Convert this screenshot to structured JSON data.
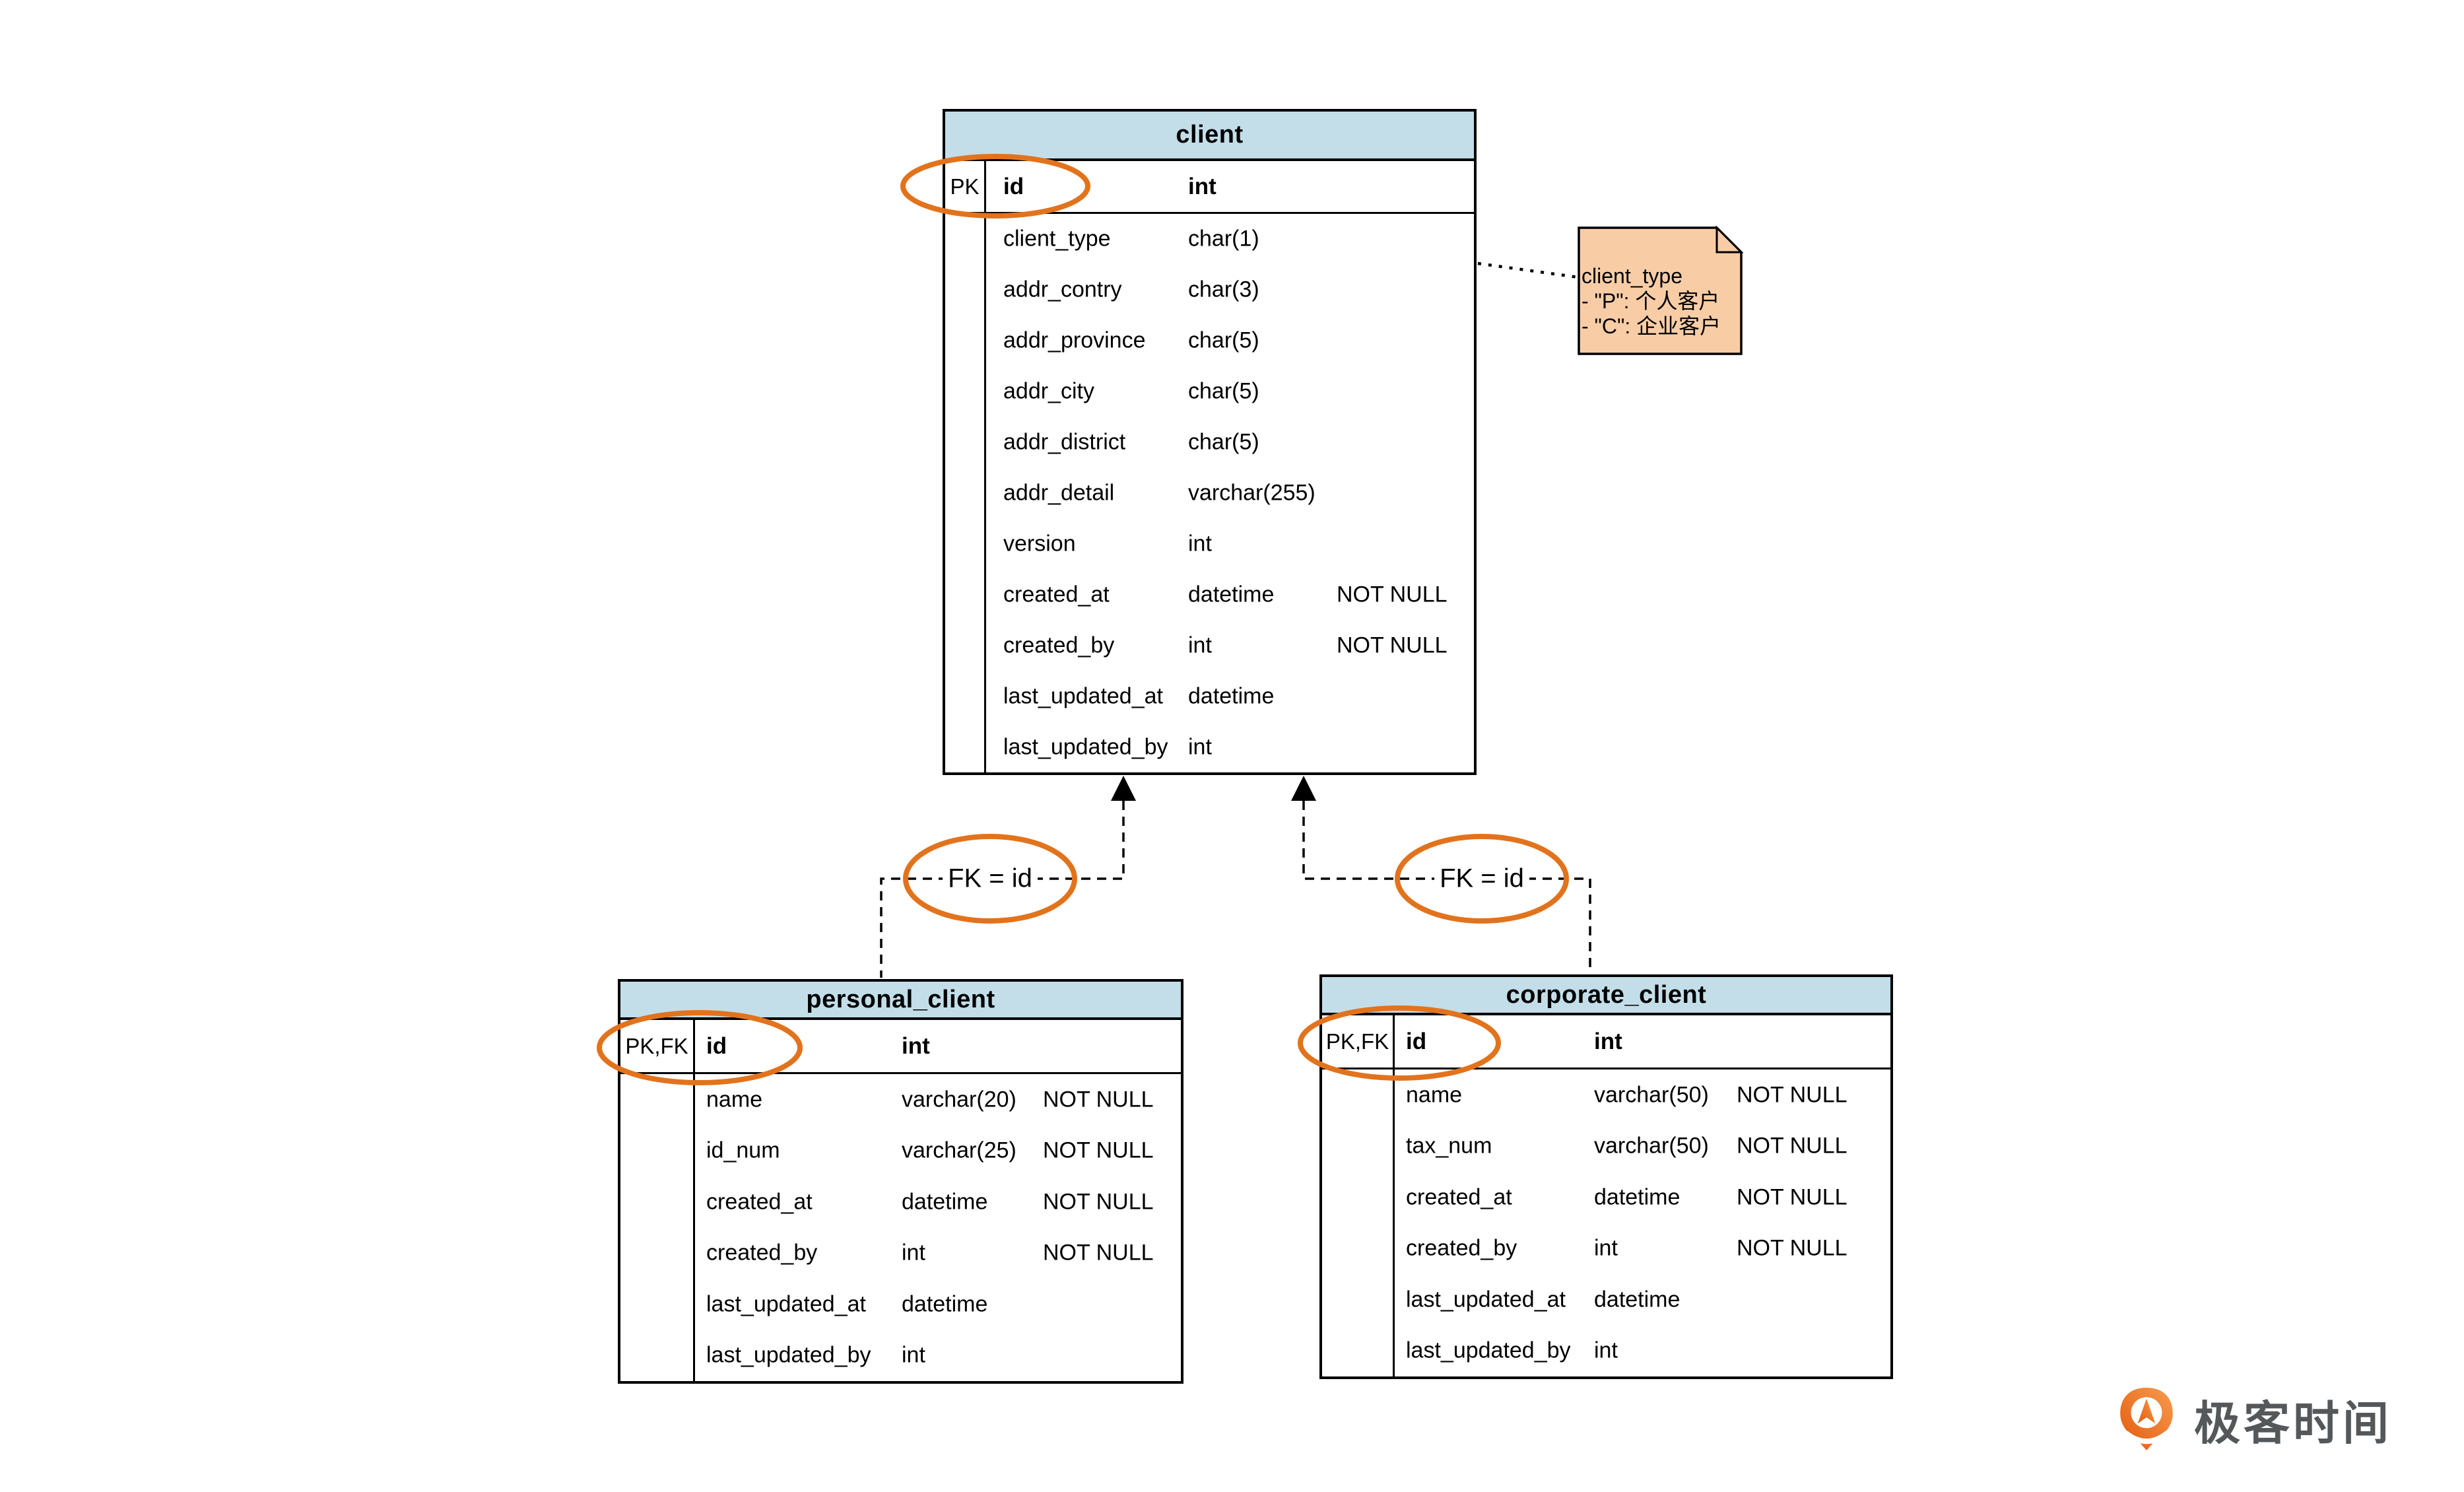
{
  "diagram": {
    "colors": {
      "table_header_blue": "#c3dee8",
      "note_fill": "#f8cda6",
      "highlight_orange": "#e2731d",
      "line_black": "#000000",
      "logo_orange": "#ee7220",
      "logo_text_gray": "#54585a"
    },
    "tables": [
      {
        "name": "client",
        "title": "client",
        "key_label": "PK",
        "key_row": {
          "name": "id",
          "type": "int"
        },
        "rows": [
          {
            "name": "client_type",
            "type": "char(1)",
            "constraint": ""
          },
          {
            "name": "addr_contry",
            "type": "char(3)",
            "constraint": ""
          },
          {
            "name": "addr_province",
            "type": "char(5)",
            "constraint": ""
          },
          {
            "name": "addr_city",
            "type": "char(5)",
            "constraint": ""
          },
          {
            "name": "addr_district",
            "type": "char(5)",
            "constraint": ""
          },
          {
            "name": "addr_detail",
            "type": "varchar(255)",
            "constraint": ""
          },
          {
            "name": "version",
            "type": "int",
            "constraint": ""
          },
          {
            "name": "created_at",
            "type": "datetime",
            "constraint": "NOT NULL"
          },
          {
            "name": "created_by",
            "type": "int",
            "constraint": "NOT NULL"
          },
          {
            "name": "last_updated_at",
            "type": "datetime",
            "constraint": ""
          },
          {
            "name": "last_updated_by",
            "type": "int",
            "constraint": ""
          }
        ]
      },
      {
        "name": "personal_client",
        "title": "personal_client",
        "key_label": "PK,FK",
        "key_row": {
          "name": "id",
          "type": "int"
        },
        "rows": [
          {
            "name": "name",
            "type": "varchar(20)",
            "constraint": "NOT NULL"
          },
          {
            "name": "id_num",
            "type": "varchar(25)",
            "constraint": "NOT NULL"
          },
          {
            "name": "created_at",
            "type": "datetime",
            "constraint": "NOT NULL"
          },
          {
            "name": "created_by",
            "type": "int",
            "constraint": "NOT NULL"
          },
          {
            "name": "last_updated_at",
            "type": "datetime",
            "constraint": ""
          },
          {
            "name": "last_updated_by",
            "type": "int",
            "constraint": ""
          }
        ]
      },
      {
        "name": "corporate_client",
        "title": "corporate_client",
        "key_label": "PK,FK",
        "key_row": {
          "name": "id",
          "type": "int"
        },
        "rows": [
          {
            "name": "name",
            "type": "varchar(50)",
            "constraint": "NOT NULL"
          },
          {
            "name": "tax_num",
            "type": "varchar(50)",
            "constraint": "NOT NULL"
          },
          {
            "name": "created_at",
            "type": "datetime",
            "constraint": "NOT NULL"
          },
          {
            "name": "created_by",
            "type": "int",
            "constraint": "NOT NULL"
          },
          {
            "name": "last_updated_at",
            "type": "datetime",
            "constraint": ""
          },
          {
            "name": "last_updated_by",
            "type": "int",
            "constraint": ""
          }
        ]
      }
    ],
    "note": {
      "title": "client_type",
      "lines": [
        "- \"P\": 个人客户",
        "- \"C\": 企业客户"
      ]
    },
    "connectors": [
      {
        "label": "FK = id",
        "from": "personal_client",
        "to": "client"
      },
      {
        "label": "FK = id",
        "from": "corporate_client",
        "to": "client"
      }
    ],
    "logo": {
      "text": "极客时间"
    }
  }
}
